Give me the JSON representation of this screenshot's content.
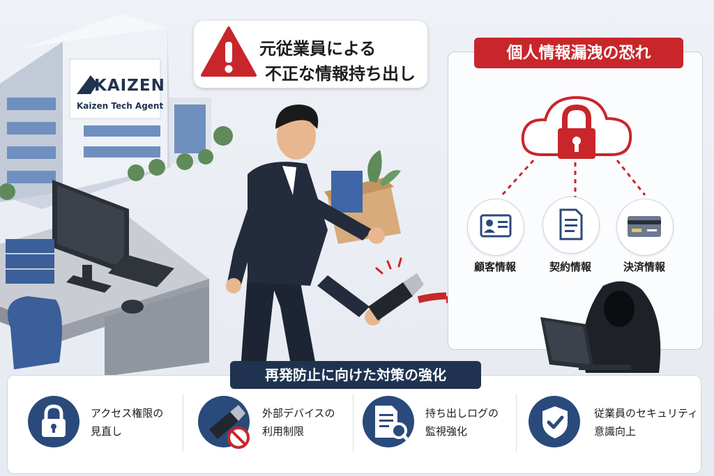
{
  "brand": {
    "name": "KAIZEN",
    "subtitle": "Kaizen Tech Agent"
  },
  "warning": {
    "line1": "元従業員による",
    "line2": "不正な情報持ち出し"
  },
  "leak_panel": {
    "title": "個人情報漏洩の恐れ",
    "items": [
      {
        "label": "顧客情報",
        "icon": "id-card-icon"
      },
      {
        "label": "契約情報",
        "icon": "document-icon"
      },
      {
        "label": "決済情報",
        "icon": "credit-card-icon"
      }
    ]
  },
  "measures": {
    "title": "再発防止に向けた対策の強化",
    "items": [
      {
        "line1": "アクセス権限の",
        "line2": "見直し",
        "icon": "lock-icon"
      },
      {
        "line1": "外部デバイスの",
        "line2": "利用制限",
        "icon": "usb-prohibited-icon"
      },
      {
        "line1": "持ち出しログの",
        "line2": "監視強化",
        "icon": "log-search-icon"
      },
      {
        "line1": "従業員のセキュリティ",
        "line2": "意識向上",
        "icon": "shield-check-icon"
      }
    ]
  },
  "colors": {
    "alert_red": "#c8262b",
    "navy": "#1f3350",
    "icon_blue": "#2a4a7b"
  }
}
